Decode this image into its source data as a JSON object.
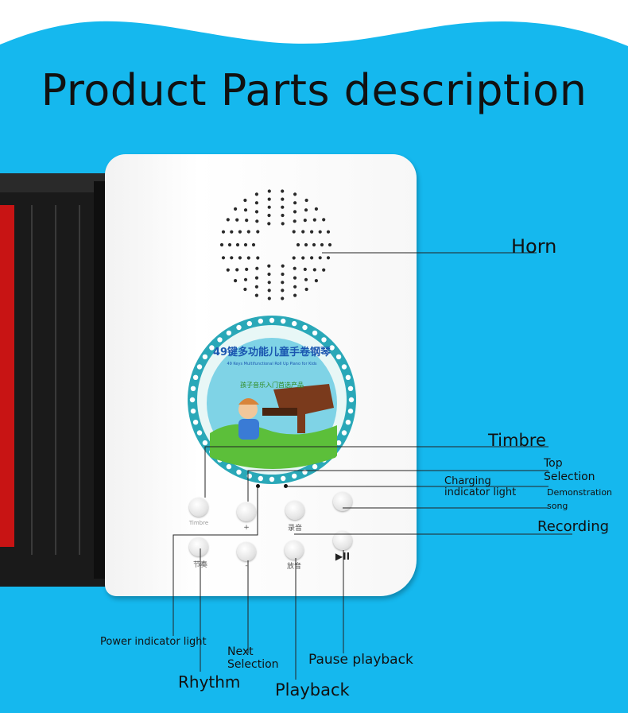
{
  "title": "Product Parts description",
  "labels": {
    "horn": "Horn",
    "timbre": "Timbre",
    "top_selection_1": "Top",
    "top_selection_2": "Selection",
    "charging_1": "Charging",
    "charging_2": "indicator light",
    "demo_1": "Demonstration",
    "demo_2": "song",
    "recording": "Recording",
    "power": "Power indicator light",
    "next_1": "Next",
    "next_2": "Selection",
    "pause": "Pause playback",
    "rhythm": "Rhythm",
    "playback": "Playback"
  },
  "device_buttons": {
    "timbre": "Timbre",
    "plus": "+",
    "record": "录音",
    "rhythm": "节奏",
    "minus": "-",
    "play": "放音",
    "playpause": "▶II"
  },
  "sticker": {
    "title_cn": "49键多功能儿童手卷钢琴",
    "title_en": "49 Keys Multifunctional Roll Up Piano for Kids",
    "subtitle_cn": "孩子音乐入门首选产品"
  },
  "colors": {
    "background": "#15b8ee",
    "device": "#ffffff",
    "sticker_ring": "#2aa8b8"
  }
}
